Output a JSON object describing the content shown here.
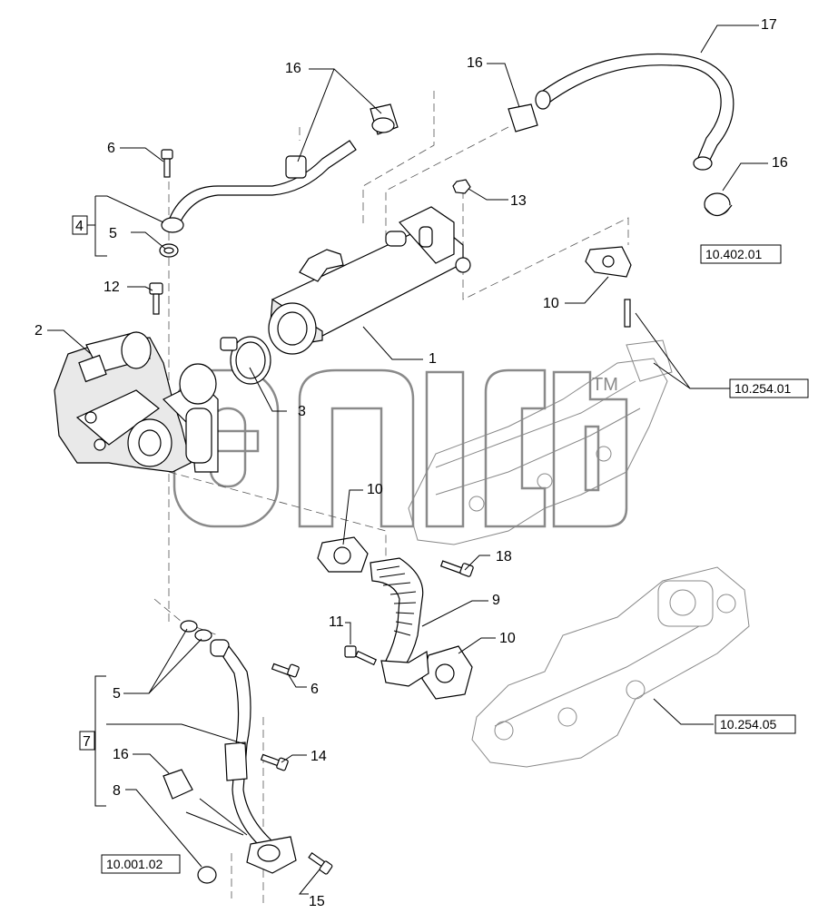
{
  "callouts": {
    "c1": "1",
    "c2": "2",
    "c3": "3",
    "c4": "4",
    "c5a": "5",
    "c5b": "5",
    "c6a": "6",
    "c6b": "6",
    "c7": "7",
    "c8": "8",
    "c9": "9",
    "c10a": "10",
    "c10b": "10",
    "c10c": "10",
    "c11": "11",
    "c12": "12",
    "c13": "13",
    "c14": "14",
    "c15": "15",
    "c16a": "16",
    "c16b": "16",
    "c16c": "16",
    "c16d": "16",
    "c17": "17",
    "c18": "18"
  },
  "refs": {
    "r_10_402_01": "10.402.01",
    "r_10_254_01": "10.254.01",
    "r_10_254_05": "10.254.05",
    "r_10_001_02": "10.001.02"
  },
  "watermark": {
    "tm": "TM"
  }
}
